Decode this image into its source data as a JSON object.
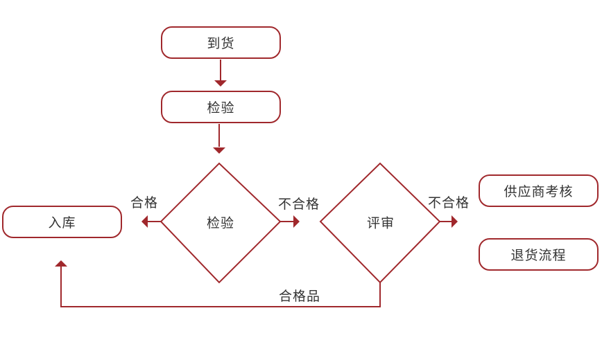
{
  "nodes": {
    "arrival": "到货",
    "inspect": "检验",
    "inspect_decision": "检验",
    "review": "评审",
    "storage": "入库",
    "supplier_assessment": "供应商考核",
    "return_process": "退货流程"
  },
  "edges": {
    "pass": "合格",
    "fail_1": "不合格",
    "fail_2": "不合格",
    "qualified_goods": "合格品"
  },
  "colors": {
    "stroke": "#a0282c",
    "text": "#333333"
  }
}
